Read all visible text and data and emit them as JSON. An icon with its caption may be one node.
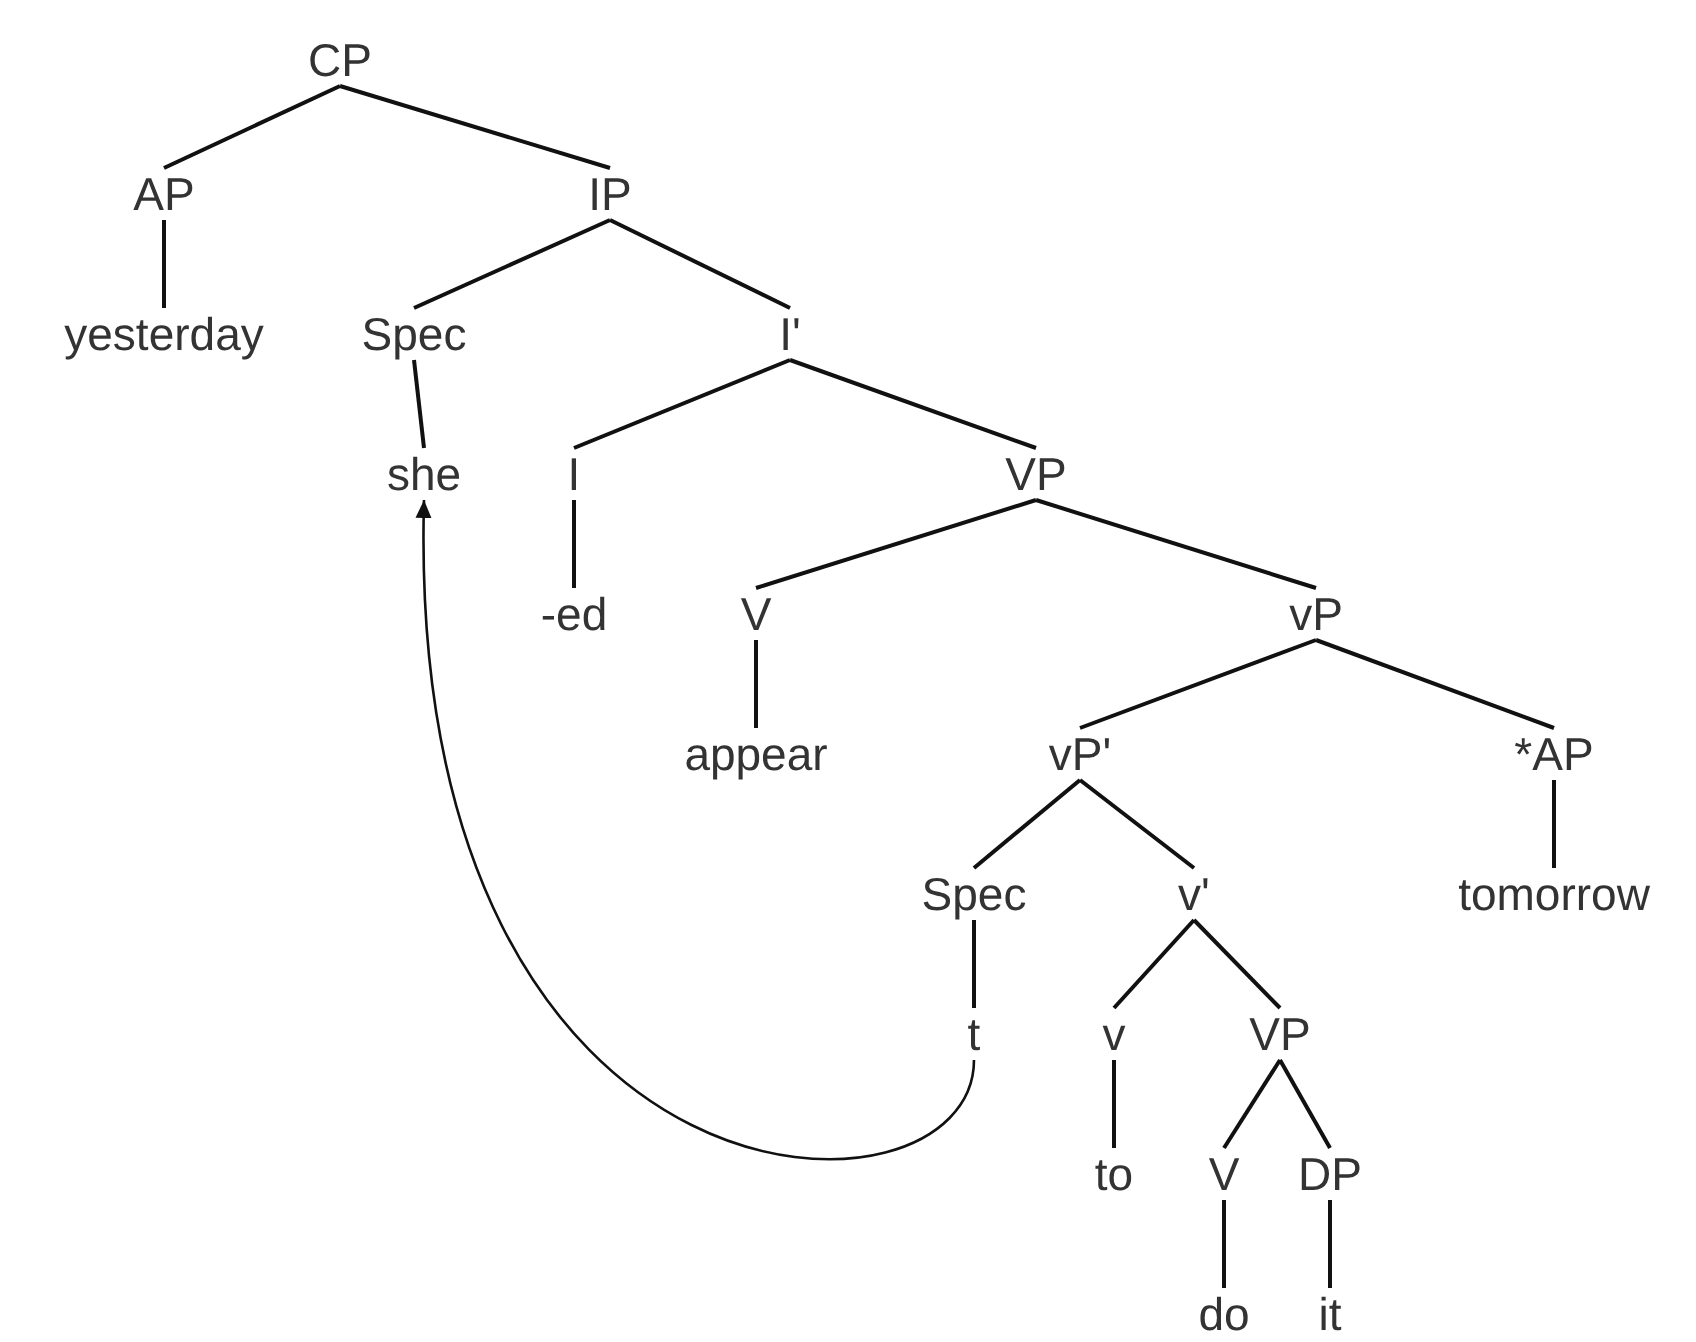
{
  "diagram": {
    "nodes": [
      {
        "text": [
          "CP"
        ]
      },
      {
        "text": [
          "AP"
        ]
      },
      {
        "text": [
          "IP"
        ]
      },
      {
        "text": [
          "yesterday"
        ]
      },
      {
        "text": [
          "Spec"
        ]
      },
      {
        "text": [
          "I'"
        ]
      },
      {
        "text": [
          "she"
        ]
      },
      {
        "text": [
          "I"
        ]
      },
      {
        "text": [
          "VP"
        ]
      },
      {
        "text": [
          "-ed"
        ]
      },
      {
        "text": [
          "V"
        ]
      },
      {
        "text": [
          "vP"
        ]
      },
      {
        "text": [
          "appear"
        ]
      },
      {
        "text": [
          "vP'"
        ]
      },
      {
        "text": [
          "*AP"
        ]
      },
      {
        "text": [
          "Spec"
        ]
      },
      {
        "text": [
          "v'"
        ]
      },
      {
        "text": [
          "tomorrow"
        ]
      },
      {
        "text": [
          "t"
        ]
      },
      {
        "text": [
          "v"
        ]
      },
      {
        "text": [
          "VP"
        ]
      },
      {
        "text": [
          "to"
        ]
      },
      {
        "text": [
          "V"
        ]
      },
      {
        "text": [
          "DP"
        ]
      },
      {
        "text": [
          "do"
        ]
      },
      {
        "text": [
          "it"
        ]
      }
    ],
    "edges": [
      {
        "from": 0,
        "to": 1,
        "arrow": "none"
      },
      {
        "from": 0,
        "to": 2,
        "arrow": "none"
      },
      {
        "from": 1,
        "to": 3,
        "arrow": "none"
      },
      {
        "from": 2,
        "to": 4,
        "arrow": "none"
      },
      {
        "from": 2,
        "to": 5,
        "arrow": "none"
      },
      {
        "from": 4,
        "to": 6,
        "arrow": "none"
      },
      {
        "from": 5,
        "to": 7,
        "arrow": "none"
      },
      {
        "from": 5,
        "to": 8,
        "arrow": "none"
      },
      {
        "from": 7,
        "to": 9,
        "arrow": "none"
      },
      {
        "from": 8,
        "to": 10,
        "arrow": "none"
      },
      {
        "from": 8,
        "to": 11,
        "arrow": "none"
      },
      {
        "from": 10,
        "to": 12,
        "arrow": "none"
      },
      {
        "from": 11,
        "to": 13,
        "arrow": "none"
      },
      {
        "from": 11,
        "to": 14,
        "arrow": "none"
      },
      {
        "from": 13,
        "to": 15,
        "arrow": "none"
      },
      {
        "from": 13,
        "to": 16,
        "arrow": "none"
      },
      {
        "from": 14,
        "to": 17,
        "arrow": "none"
      },
      {
        "from": 15,
        "to": 18,
        "arrow": "none"
      },
      {
        "from": 16,
        "to": 19,
        "arrow": "none"
      },
      {
        "from": 16,
        "to": 20,
        "arrow": "none"
      },
      {
        "from": 19,
        "to": 21,
        "arrow": "none"
      },
      {
        "from": 20,
        "to": 22,
        "arrow": "none"
      },
      {
        "from": 20,
        "to": 23,
        "arrow": "none"
      },
      {
        "from": 22,
        "to": 24,
        "arrow": "none"
      },
      {
        "from": 23,
        "to": 25,
        "arrow": "none"
      },
      {
        "from": 18,
        "to": 6,
        "arrow": "to"
      }
    ]
  }
}
